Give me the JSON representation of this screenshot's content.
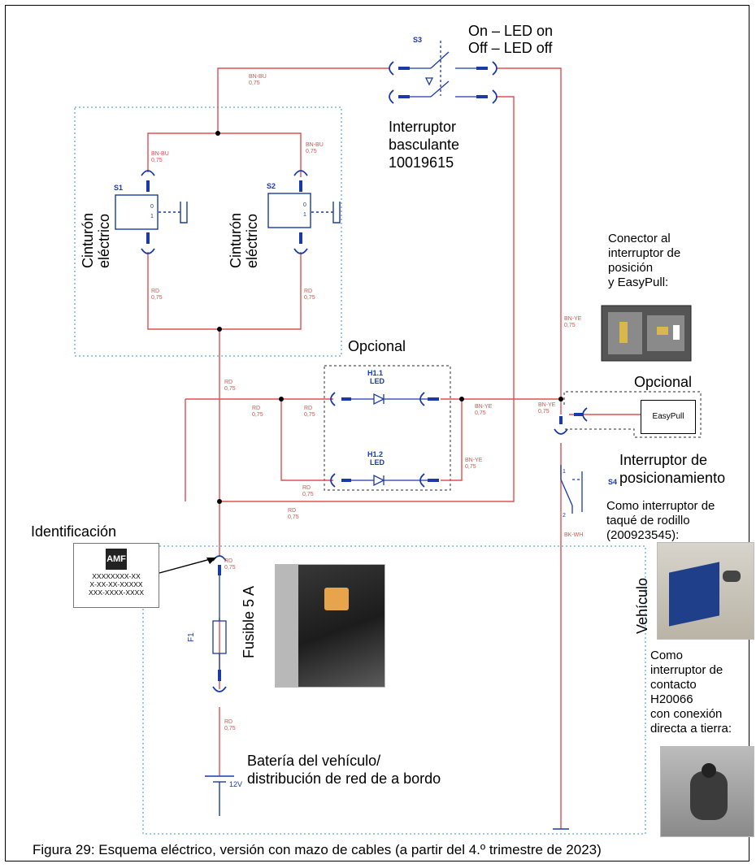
{
  "labels": {
    "s3_state_on": "On – LED on",
    "s3_state_off": "Off – LED off",
    "s3_name": "Interruptor",
    "s3_name2": "basculante",
    "s3_part": "10019615",
    "s1_text1": "Cinturón",
    "s1_text2": "eléctrico",
    "s2_text1": "Cinturón",
    "s2_text2": "eléctrico",
    "connector_1": "Conector al",
    "connector_2": "interruptor de",
    "connector_3": "posición",
    "connector_4": "y EasyPull:",
    "optional_led": "Opcional",
    "optional_easypull": "Opcional",
    "easypull": "EasyPull",
    "s4_title1": "Interruptor de",
    "s4_title2": "posicionamiento",
    "roller_1": "Como interruptor de",
    "roller_2": "taqué de rodillo",
    "roller_3": "(200923545):",
    "contact_1": "Como",
    "contact_2": "interruptor de",
    "contact_3": "contacto",
    "contact_4": "H20066",
    "contact_5": "con conexión",
    "contact_6": "directa a tierra:",
    "identification": "Identificación",
    "id_logo": "AMF",
    "id_line1": "XXXXXXXX-XX",
    "id_line2": "X-XX-XX-XXXXX",
    "id_line3": "XXX-XXXX-XXXX",
    "fuse": "Fusible 5 A",
    "vehicle": "Vehículo",
    "battery1": "Batería del vehículo/",
    "battery2": "distribución de red de a bordo",
    "battery_voltage": "12V",
    "caption": "Figura 29: Esquema eléctrico, versión con mazo de cables (a partir del 4.º trimestre de 2023)"
  },
  "components": {
    "S1": "S1",
    "S2": "S2",
    "S3": "S3",
    "S4": "S4",
    "F1": "F1",
    "H1_1": "H1.1",
    "H1_2": "H1.2",
    "LED": "LED",
    "pin0": "0",
    "pin1": "1",
    "pin2": "2"
  },
  "wires": {
    "bnbu": "BN-BU",
    "rd": "RD",
    "bnye": "BN-YE",
    "bkwh": "BK-WH",
    "gauge": "0,75"
  },
  "colors": {
    "wire": "#e05050",
    "connector": "#1a3aa8",
    "dotted": "#5aaedc"
  }
}
